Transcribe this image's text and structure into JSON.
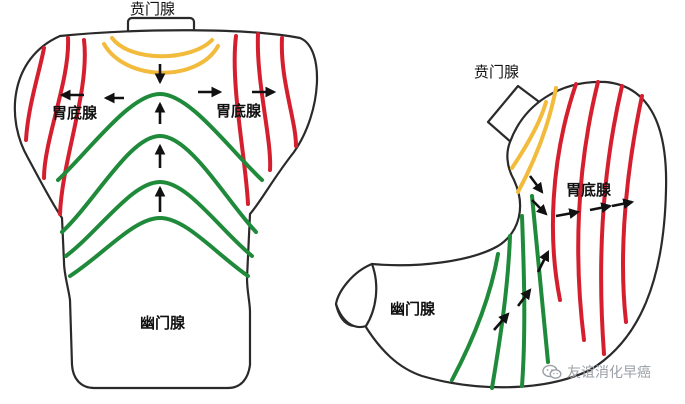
{
  "labels": {
    "left_cardiac": "贲门腺",
    "left_fundic_left": "胃底腺",
    "left_fundic_right": "胃底腺",
    "left_pyloric": "幽门腺",
    "right_cardiac": "贲门腺",
    "right_fundic": "胃底腺",
    "right_pyloric": "幽门腺"
  },
  "watermark": {
    "text": "友谊消化早癌",
    "icon": "wechat-icon"
  },
  "colors": {
    "cardiac": "#f2bb3c",
    "fundic": "#d51f2e",
    "pyloric": "#1f8a3a",
    "outline": "#2a2a2a",
    "arrow": "#111111"
  }
}
